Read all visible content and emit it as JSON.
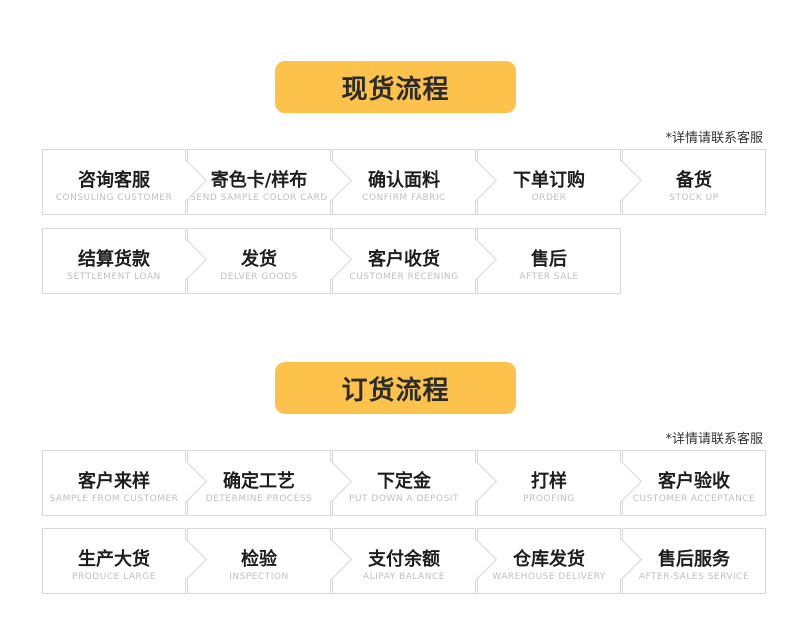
{
  "sections": [
    {
      "title": "现货流程",
      "note": "*详情请联系客服",
      "rows": [
        [
          {
            "title": "咨询客服",
            "subtitle": "CONSULING CUSTOMER"
          },
          {
            "title": "寄色卡/样布",
            "subtitle": "SEND SAMPLE COLOR CARD"
          },
          {
            "title": "确认面料",
            "subtitle": "CONFIRM FABRIC"
          },
          {
            "title": "下单订购",
            "subtitle": "ORDER"
          },
          {
            "title": "备货",
            "subtitle": "STOCK UP"
          }
        ],
        [
          {
            "title": "结算货款",
            "subtitle": "SETTLEMENT LOAN"
          },
          {
            "title": "发货",
            "subtitle": "DELVER GOODS"
          },
          {
            "title": "客户收货",
            "subtitle": "CUSTOMER RECENING"
          },
          {
            "title": "售后",
            "subtitle": "AFTER SALE"
          }
        ]
      ]
    },
    {
      "title": "订货流程",
      "note": "*详情请联系客服",
      "rows": [
        [
          {
            "title": "客户来样",
            "subtitle": "SAMPLE FROM CUSTOMER"
          },
          {
            "title": "确定工艺",
            "subtitle": "DETERMINE PROCESS"
          },
          {
            "title": "下定金",
            "subtitle": "PUT DOWN A DEPOSIT"
          },
          {
            "title": "打样",
            "subtitle": "PROOFING"
          },
          {
            "title": "客户验收",
            "subtitle": "CUSTOMER ACCEPTANCE"
          }
        ],
        [
          {
            "title": "生产大货",
            "subtitle": "PRODUCE LARGE"
          },
          {
            "title": "检验",
            "subtitle": "INSPECTION"
          },
          {
            "title": "支付余额",
            "subtitle": "ALIPAY BALANCE"
          },
          {
            "title": "仓库发货",
            "subtitle": "WAREHOUSE DELIVERY"
          },
          {
            "title": "售后服务",
            "subtitle": "AFTER-SALES SERVICE"
          }
        ]
      ]
    }
  ]
}
